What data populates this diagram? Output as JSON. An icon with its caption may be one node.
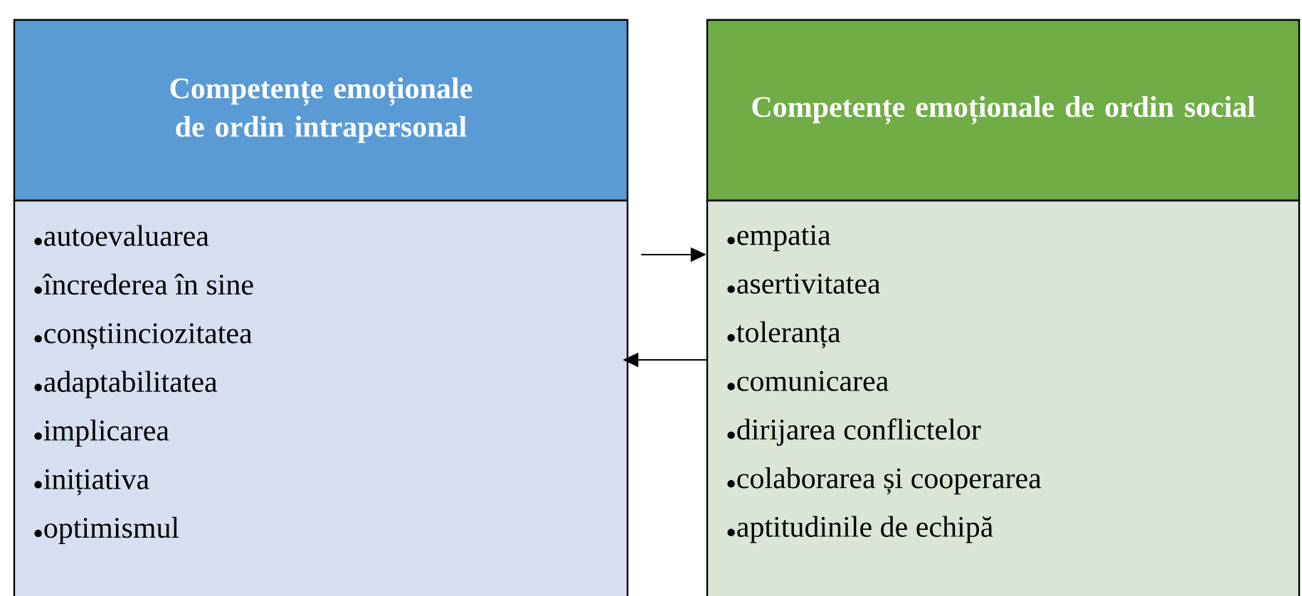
{
  "diagram": {
    "nodes": [
      {
        "text": [
          "Competențe emoționale de ordin intrapersonal"
        ]
      },
      {
        "text": [
          "autoevaluarea",
          "încrederea în sine",
          "conștiinciozitatea",
          "adaptabilitatea",
          "implicarea",
          "inițiativa",
          "optimismul"
        ]
      },
      {
        "text": [
          "Competențe emoționale de ordin social"
        ]
      },
      {
        "text": [
          "empatia",
          "asertivitatea",
          "toleranța",
          "comunicarea",
          "dirijarea conflictelor",
          "colaborarea și cooperarea",
          "aptitudinile de echipă"
        ]
      }
    ],
    "edges": [
      {
        "from": 1,
        "to": 3,
        "arrow": "to"
      },
      {
        "from": 3,
        "to": 1,
        "arrow": "to"
      }
    ]
  }
}
